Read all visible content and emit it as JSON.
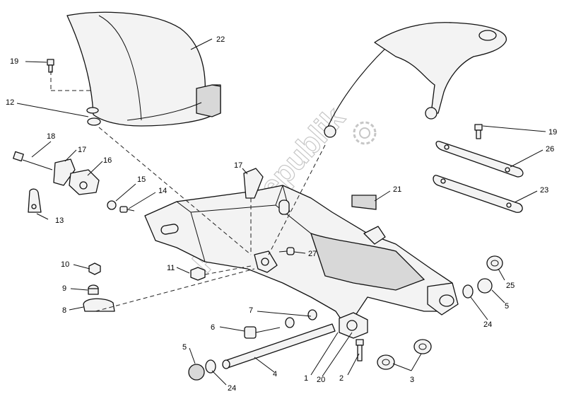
{
  "watermark": {
    "text": "PartsRepublik",
    "icon": "gear-icon",
    "color": "#c6c6c6"
  },
  "callouts": [
    {
      "id": "c22a",
      "label": "22",
      "part": "rear-mudguard"
    },
    {
      "id": "c19a",
      "label": "19",
      "part": "mudguard-screw"
    },
    {
      "id": "c12",
      "label": "12",
      "part": "washer"
    },
    {
      "id": "c18",
      "label": "18",
      "part": "long-bolt"
    },
    {
      "id": "c17a",
      "label": "17",
      "part": "bracket"
    },
    {
      "id": "c16",
      "label": "16",
      "part": "clamp"
    },
    {
      "id": "c13",
      "label": "13",
      "part": "plate"
    },
    {
      "id": "c15",
      "label": "15",
      "part": "washer"
    },
    {
      "id": "c14",
      "label": "14",
      "part": "screw"
    },
    {
      "id": "c17b",
      "label": "17",
      "part": "bracket"
    },
    {
      "id": "c21",
      "label": "21",
      "part": "pad"
    },
    {
      "id": "c19b",
      "label": "19",
      "part": "screw"
    },
    {
      "id": "c26",
      "label": "26",
      "part": "upper-plate"
    },
    {
      "id": "c23",
      "label": "23",
      "part": "lower-plate"
    },
    {
      "id": "c10",
      "label": "10",
      "part": "nut"
    },
    {
      "id": "c9",
      "label": "9",
      "part": "spacer"
    },
    {
      "id": "c8",
      "label": "8",
      "part": "clamp"
    },
    {
      "id": "c11",
      "label": "11",
      "part": "nut"
    },
    {
      "id": "c27",
      "label": "27",
      "part": "bolt"
    },
    {
      "id": "c25",
      "label": "25",
      "part": "bushing"
    },
    {
      "id": "c5a",
      "label": "5",
      "part": "cap"
    },
    {
      "id": "c24a",
      "label": "24",
      "part": "seal"
    },
    {
      "id": "c7",
      "label": "7",
      "part": "washer"
    },
    {
      "id": "c6",
      "label": "6",
      "part": "bolt"
    },
    {
      "id": "c5b",
      "label": "5",
      "part": "cap"
    },
    {
      "id": "c24b",
      "label": "24",
      "part": "seal"
    },
    {
      "id": "c4",
      "label": "4",
      "part": "pivot-shaft"
    },
    {
      "id": "c1",
      "label": "1",
      "part": "swingarm"
    },
    {
      "id": "c20",
      "label": "20",
      "part": "bolt"
    },
    {
      "id": "c2",
      "label": "2",
      "part": "bolt"
    },
    {
      "id": "c3",
      "label": "3",
      "part": "washer"
    }
  ]
}
